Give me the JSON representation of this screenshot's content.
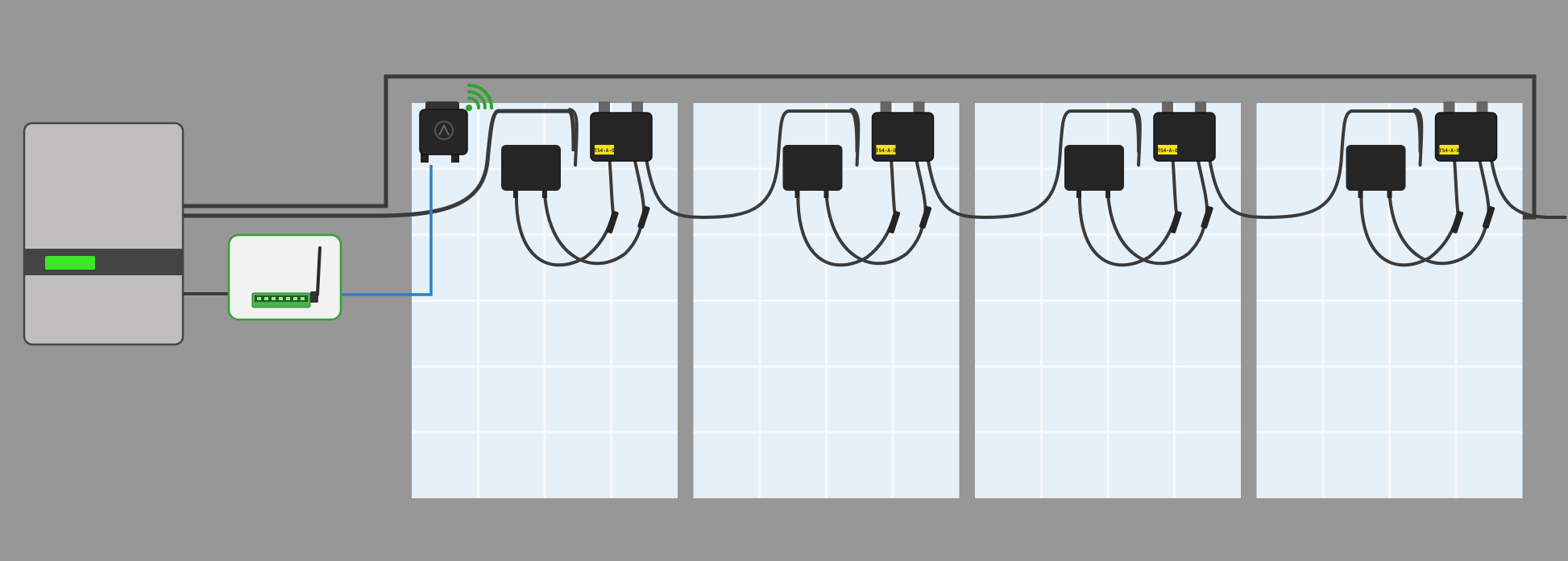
{
  "colors": {
    "background": "#979797",
    "wire": "#3a3a3a",
    "data_cable": "#2f7fc1",
    "panel_fill": "#e6f0f8",
    "panel_cell_line": "#f7f9fc",
    "inverter_body": "#c0bfbe",
    "inverter_band": "#444444",
    "status_led": "#3ee62a",
    "gateway_border": "#33a133",
    "wifi": "#2fa52f",
    "label_yellow": "#f2e21a",
    "device_dark": "#252525"
  },
  "icons": {
    "wireless": "wifi-icon",
    "antenna": "antenna-icon"
  },
  "panels": [
    {
      "label": "TS4-A-O"
    },
    {
      "label": "TS4-A-O"
    },
    {
      "label": "TS4-A-O"
    },
    {
      "label": "TS4-A-O"
    }
  ]
}
